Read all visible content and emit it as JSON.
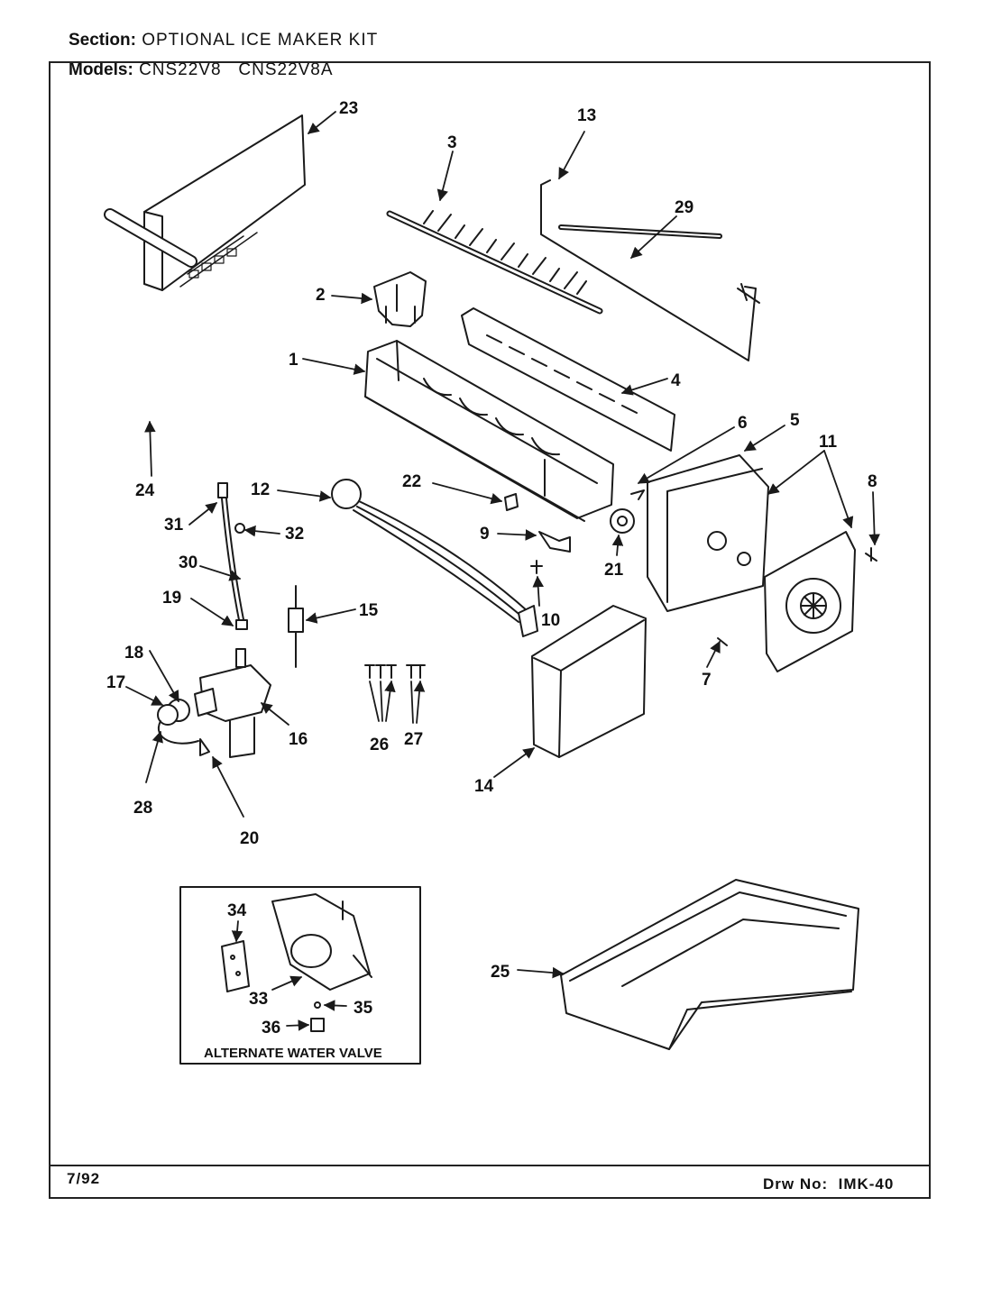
{
  "header": {
    "section_label": "Section:",
    "section_value": "OPTIONAL ICE MAKER KIT",
    "models_label": "Models:",
    "models_value": "CNS22V8   CNS22V8A"
  },
  "inset": {
    "caption": "ALTERNATE WATER VALVE"
  },
  "footer": {
    "date": "7/92",
    "drawing_number": "Drw No:  IMK-40"
  },
  "callouts": [
    "1",
    "2",
    "3",
    "4",
    "5",
    "6",
    "7",
    "8",
    "9",
    "10",
    "11",
    "12",
    "13",
    "14",
    "15",
    "16",
    "17",
    "18",
    "19",
    "20",
    "21",
    "22",
    "23",
    "24",
    "25",
    "26",
    "27",
    "28",
    "29",
    "30",
    "31",
    "32",
    "33",
    "34",
    "35",
    "36"
  ]
}
